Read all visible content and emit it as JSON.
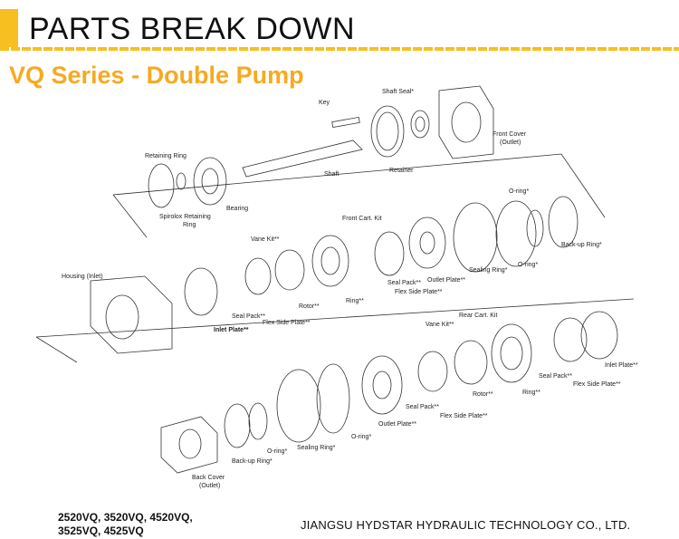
{
  "header": {
    "title": "PARTS BREAK DOWN",
    "accent_color": "#f7bf1f"
  },
  "subtitle": {
    "text": "VQ Series - Double Pump",
    "color": "#f7a91f"
  },
  "labels": {
    "shaft_seal": "Shaft Seal*",
    "key": "Key",
    "front_cover": "Front Cover",
    "front_cover_outlet": "(Outlet)",
    "retaining_ring": "Retaining Ring",
    "shaft": "Shaft",
    "retainer": "Retainer",
    "bearing": "Bearing",
    "spirolox_1": "Spirolox Retaining",
    "spirolox_2": "Ring",
    "o_ring_top": "O-ring*",
    "front_cart_kit": "Front Cart. Kit",
    "vane_kit_front": "Vane Kit**",
    "back_up_ring_front": "Back-up Ring*",
    "o_ring_front": "O-ring*",
    "sealing_ring_front": "Sealing Ring*",
    "outlet_plate_front": "Outlet Plate**",
    "seal_pack_front": "Seal Pack**",
    "flex_side_plate_front": "Flex Side Plate**",
    "ring_front": "Ring**",
    "rotor_front": "Rotor**",
    "housing": "Housing (Inlet)",
    "seal_pack_mid": "Seal Pack**",
    "flex_side_plate_mid": "Flex Side Plate**",
    "inlet_plate_mid": "Inlet Plate**",
    "rear_cart_kit": "Rear Cart. Kit",
    "vane_kit_rear": "Vane Kit**",
    "inlet_plate_rear": "Inlet Plate**",
    "seal_pack_rear": "Seal Pack**",
    "flex_side_plate_rear": "Flex Side Plate**",
    "ring_rear": "Ring**",
    "rotor_rear": "Rotor**",
    "seal_pack_rear2": "Seal Pack**",
    "flex_side_plate_rear2": "Flex Side Plate**",
    "outlet_plate_rear": "Outlet Plate**",
    "o_ring_rear": "O-ring*",
    "sealing_ring_rear": "Sealing Ring*",
    "o_ring_rear2": "O-ring*",
    "back_up_ring_rear": "Back-up Ring*",
    "back_cover": "Back Cover",
    "back_cover_outlet": "(Outlet)"
  },
  "footer": {
    "models_line1": "2520VQ, 3520VQ, 4520VQ,",
    "models_line2": "3525VQ, 4525VQ",
    "company": "JIANGSU HYDSTAR HYDRAULIC TECHNOLOGY CO., LTD."
  }
}
